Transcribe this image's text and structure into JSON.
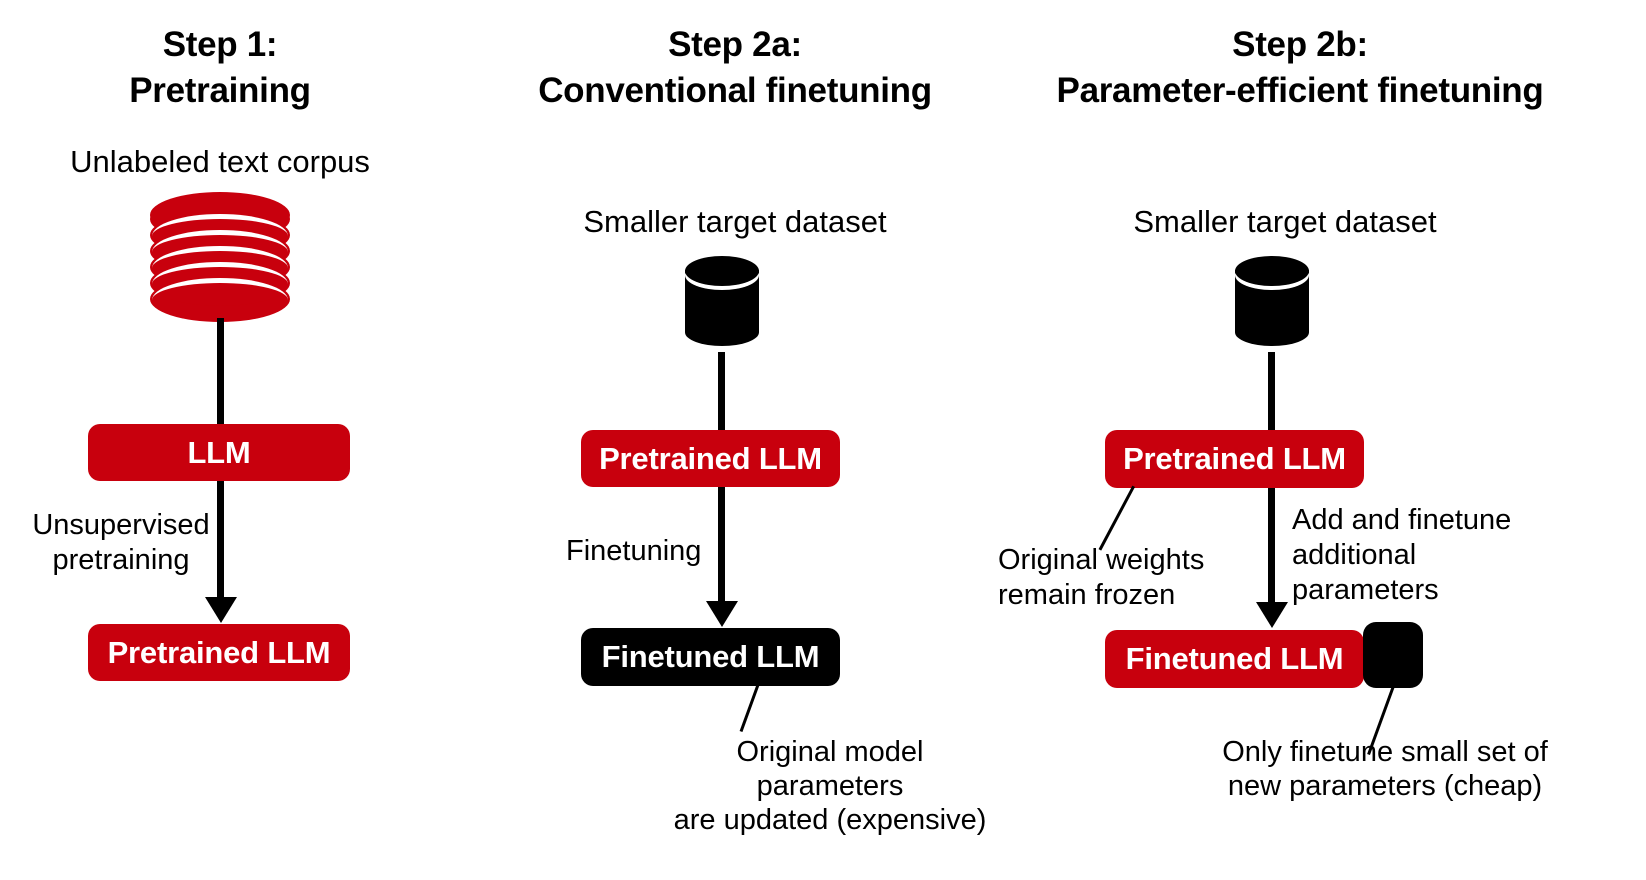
{
  "figure": {
    "title_note": "Three-step LLM training diagram",
    "accent_red": "#c8000d",
    "black": "#000000",
    "background": "#ffffff"
  },
  "columns": [
    {
      "id": "step1",
      "title_line1": "Step 1:",
      "title_line2": "Pretraining",
      "source_caption": "Unlabeled text corpus",
      "source_icon": "red-stacked-database-icon",
      "top_box": {
        "label": "LLM",
        "color": "#c8000d"
      },
      "edge_label_line1": "Unsupervised",
      "edge_label_line2": "pretraining",
      "bottom_box": {
        "label": "Pretrained LLM",
        "color": "#c8000d"
      }
    },
    {
      "id": "step2a",
      "title_line1": "Step 2a:",
      "title_line2": "Conventional finetuning",
      "source_caption": "Smaller target dataset",
      "source_icon": "black-cylinder-database-icon",
      "top_box": {
        "label": "Pretrained LLM",
        "color": "#c8000d"
      },
      "edge_label_line1": "Finetuning",
      "edge_label_line2": "",
      "bottom_box": {
        "label": "Finetuned LLM",
        "color": "#000000"
      },
      "annotation_line1": "Original model parameters",
      "annotation_line2": "are updated (expensive)"
    },
    {
      "id": "step2b",
      "title_line1": "Step 2b:",
      "title_line2": "Parameter-efficient finetuning",
      "source_caption": "Smaller target dataset",
      "source_icon": "black-cylinder-database-icon",
      "top_box": {
        "label": "Pretrained LLM",
        "color": "#c8000d"
      },
      "edge_label_line1": "Add and finetune",
      "edge_label_line2": "additional",
      "edge_label_line3": "parameters",
      "frozen_note_line1": "Original weights",
      "frozen_note_line2": "remain frozen",
      "bottom_box": {
        "label": "Finetuned LLM",
        "color": "#c8000d"
      },
      "adapter_chip": {
        "label": "",
        "color": "#000000"
      },
      "annotation_line1": "Only finetune small set of",
      "annotation_line2": "new parameters (cheap)"
    }
  ]
}
